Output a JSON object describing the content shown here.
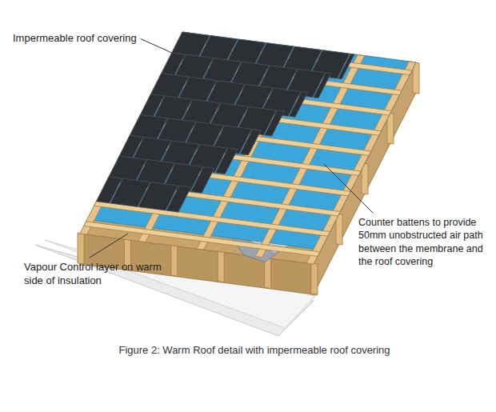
{
  "diagram": {
    "caption": "Figure 2: Warm Roof detail with impermeable roof covering",
    "labels": [
      "Impermeable roof covering",
      "Counter battens to provide 50mm unobstructed air path between the membrane and the roof covering",
      "Vapour Control layer on warm side of insulation"
    ]
  }
}
